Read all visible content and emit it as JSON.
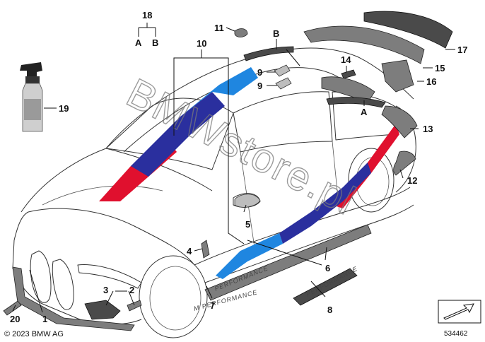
{
  "callouts": [
    {
      "id": "1",
      "text": "1"
    },
    {
      "id": "2",
      "text": "2"
    },
    {
      "id": "3",
      "text": "3"
    },
    {
      "id": "4",
      "text": "4"
    },
    {
      "id": "5",
      "text": "5"
    },
    {
      "id": "6",
      "text": "6"
    },
    {
      "id": "7",
      "text": "7"
    },
    {
      "id": "8",
      "text": "8"
    },
    {
      "id": "9a",
      "text": "9"
    },
    {
      "id": "9b",
      "text": "9"
    },
    {
      "id": "10",
      "text": "10"
    },
    {
      "id": "11",
      "text": "11"
    },
    {
      "id": "12",
      "text": "12"
    },
    {
      "id": "13",
      "text": "13"
    },
    {
      "id": "14",
      "text": "14"
    },
    {
      "id": "15",
      "text": "15"
    },
    {
      "id": "16",
      "text": "16"
    },
    {
      "id": "17",
      "text": "17"
    },
    {
      "id": "18",
      "text": "18"
    },
    {
      "id": "19",
      "text": "19"
    },
    {
      "id": "20",
      "text": "20"
    }
  ],
  "letters": {
    "a_group": "A",
    "b_group": "B",
    "a_part": "A",
    "b_part": "B"
  },
  "decal_text": {
    "side": "PERFORMANCE",
    "sill": "PERFORMANCE",
    "door": "M PERFORMANCE"
  },
  "watermark": "BMWstore.pl",
  "copyright": "© 2023 BMW AG",
  "diagram_number": "534462",
  "colors": {
    "m_blue_light": "#1f86e0",
    "m_blue_dark": "#2a2f9e",
    "m_red": "#e0102e",
    "part_grey": "#7d7d7d"
  },
  "icons": [
    "spray-bottle-icon",
    "arrow-stamp-icon"
  ]
}
